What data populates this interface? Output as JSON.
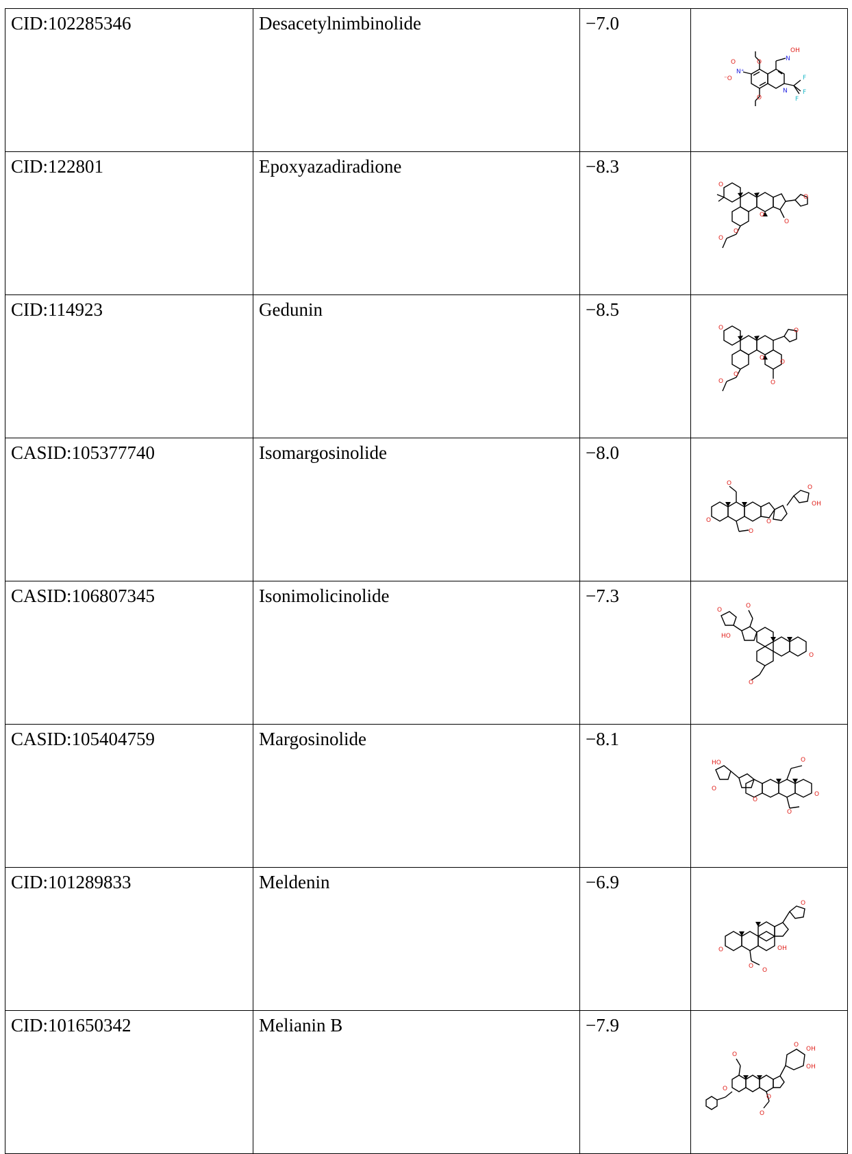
{
  "table": {
    "rows": [
      {
        "id": "CID:102285346",
        "name": "Desacetylnimbinolide",
        "score": "−7.0",
        "structure": "desacetylnimbinolide-structure"
      },
      {
        "id": "CID:122801",
        "name": "Epoxyazadiradione",
        "score": "−8.3",
        "structure": "epoxyazadiradione-structure"
      },
      {
        "id": "CID:114923",
        "name": "Gedunin",
        "score": "−8.5",
        "structure": "gedunin-structure"
      },
      {
        "id": "CASID:105377740",
        "name": "Isomargosinolide",
        "score": "−8.0",
        "structure": "isomargosinolide-structure"
      },
      {
        "id": "CASID:106807345",
        "name": "Isonimolicinolide",
        "score": "−7.3",
        "structure": "isonimolicinolide-structure"
      },
      {
        "id": "CASID:105404759",
        "name": "Margosinolide",
        "score": "−8.1",
        "structure": "margosinolide-structure"
      },
      {
        "id": "CID:101289833",
        "name": "Meldenin",
        "score": "−6.9",
        "structure": "meldenin-structure"
      },
      {
        "id": "CID:101650342",
        "name": "Melianin B",
        "score": "−7.9",
        "structure": "melianin-b-structure"
      }
    ]
  },
  "atom_labels": {
    "o": "O",
    "oh": "OH",
    "ho": "HO",
    "n": "N",
    "n_plus": "N⁺",
    "o_minus": "⁻O",
    "f": "F"
  },
  "colors": {
    "oxygen": "#e0201b",
    "nitrogen": "#2020e0",
    "fluorine": "#1fb8c8",
    "bond": "#000000"
  }
}
